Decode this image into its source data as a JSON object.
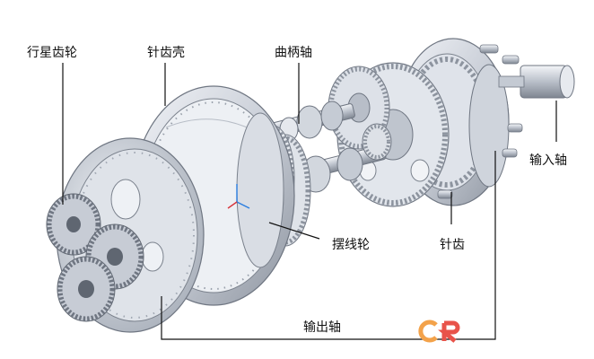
{
  "labels": {
    "planetary_gear": "行星齿轮",
    "pin_housing": "针齿壳",
    "crank_shaft": "曲柄轴",
    "input_shaft": "输入轴",
    "cycloid_gear": "摆线轮",
    "pin_tooth": "针齿",
    "output_shaft": "输出轴"
  },
  "watermark": "CR",
  "colors": {
    "leader_line": "#111111",
    "metal_light": "#e4e8ef",
    "metal_mid": "#c2c8d2",
    "metal_dark": "#8b929e",
    "watermark_red": "#e8534a",
    "watermark_orange": "#f3a24a"
  }
}
